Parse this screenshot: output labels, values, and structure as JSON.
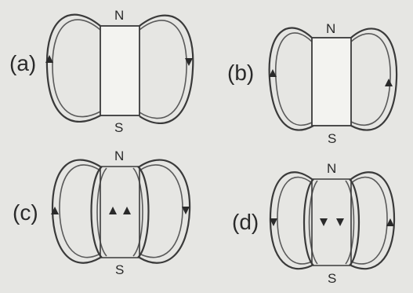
{
  "panels": [
    {
      "id": "a",
      "label": "(a)",
      "north": "N",
      "south": "S"
    },
    {
      "id": "b",
      "label": "(b)",
      "north": "N",
      "south": "S"
    },
    {
      "id": "c",
      "label": "(c)",
      "north": "N",
      "south": "S"
    },
    {
      "id": "d",
      "label": "(d)",
      "north": "N",
      "south": "S"
    }
  ],
  "colors": {
    "background": "#e6e6e3",
    "ink": "#2a2a2a",
    "magnet_fill": "#f3f3f0"
  }
}
